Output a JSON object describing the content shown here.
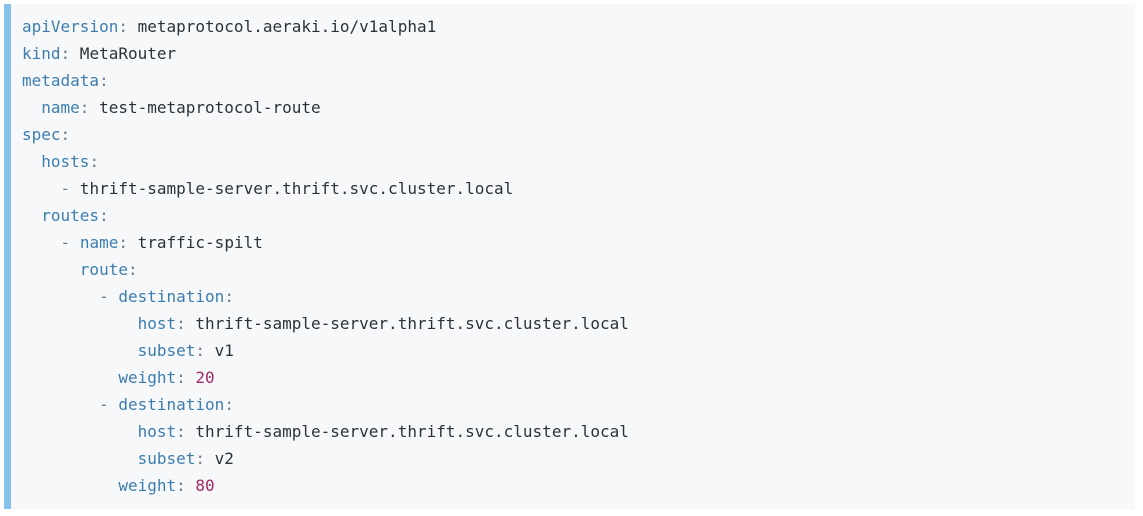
{
  "code_block": {
    "language": "yaml",
    "colors": {
      "block_background": "#f6f8fa",
      "accent_bar": "#85c1e9",
      "key": "#3d7dad",
      "punctuation": "#6e7b85",
      "value": "#2c3237",
      "number": "#a12a66"
    },
    "lines": [
      [
        [
          "key",
          "apiVersion"
        ],
        [
          "punct",
          ":"
        ],
        [
          "plain",
          " metaprotocol.aeraki.io/v1alpha1"
        ]
      ],
      [
        [
          "key",
          "kind"
        ],
        [
          "punct",
          ":"
        ],
        [
          "plain",
          " MetaRouter"
        ]
      ],
      [
        [
          "key",
          "metadata"
        ],
        [
          "punct",
          ":"
        ]
      ],
      [
        [
          "plain",
          "  "
        ],
        [
          "key",
          "name"
        ],
        [
          "punct",
          ":"
        ],
        [
          "plain",
          " test-metaprotocol-route"
        ]
      ],
      [
        [
          "key",
          "spec"
        ],
        [
          "punct",
          ":"
        ]
      ],
      [
        [
          "plain",
          "  "
        ],
        [
          "key",
          "hosts"
        ],
        [
          "punct",
          ":"
        ]
      ],
      [
        [
          "plain",
          "    "
        ],
        [
          "punct",
          "-"
        ],
        [
          "plain",
          " thrift-sample-server.thrift.svc.cluster.local"
        ]
      ],
      [
        [
          "plain",
          "  "
        ],
        [
          "key",
          "routes"
        ],
        [
          "punct",
          ":"
        ]
      ],
      [
        [
          "plain",
          "    "
        ],
        [
          "punct",
          "-"
        ],
        [
          "plain",
          " "
        ],
        [
          "key",
          "name"
        ],
        [
          "punct",
          ":"
        ],
        [
          "plain",
          " traffic-spilt"
        ]
      ],
      [
        [
          "plain",
          "      "
        ],
        [
          "key",
          "route"
        ],
        [
          "punct",
          ":"
        ]
      ],
      [
        [
          "plain",
          "        "
        ],
        [
          "punct",
          "-"
        ],
        [
          "plain",
          " "
        ],
        [
          "key",
          "destination"
        ],
        [
          "punct",
          ":"
        ]
      ],
      [
        [
          "plain",
          "            "
        ],
        [
          "key",
          "host"
        ],
        [
          "punct",
          ":"
        ],
        [
          "plain",
          " thrift-sample-server.thrift.svc.cluster.local"
        ]
      ],
      [
        [
          "plain",
          "            "
        ],
        [
          "key",
          "subset"
        ],
        [
          "punct",
          ":"
        ],
        [
          "plain",
          " v1"
        ]
      ],
      [
        [
          "plain",
          "          "
        ],
        [
          "key",
          "weight"
        ],
        [
          "punct",
          ":"
        ],
        [
          "plain",
          " "
        ],
        [
          "number",
          "20"
        ]
      ],
      [
        [
          "plain",
          "        "
        ],
        [
          "punct",
          "-"
        ],
        [
          "plain",
          " "
        ],
        [
          "key",
          "destination"
        ],
        [
          "punct",
          ":"
        ]
      ],
      [
        [
          "plain",
          "            "
        ],
        [
          "key",
          "host"
        ],
        [
          "punct",
          ":"
        ],
        [
          "plain",
          " thrift-sample-server.thrift.svc.cluster.local"
        ]
      ],
      [
        [
          "plain",
          "            "
        ],
        [
          "key",
          "subset"
        ],
        [
          "punct",
          ":"
        ],
        [
          "plain",
          " v2"
        ]
      ],
      [
        [
          "plain",
          "          "
        ],
        [
          "key",
          "weight"
        ],
        [
          "punct",
          ":"
        ],
        [
          "plain",
          " "
        ],
        [
          "number",
          "80"
        ]
      ]
    ]
  }
}
